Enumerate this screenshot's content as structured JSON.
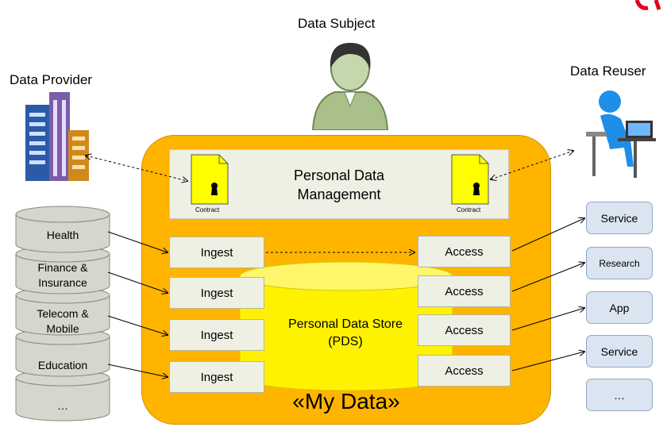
{
  "headings": {
    "data_subject": "Data Subject",
    "data_provider": "Data Provider",
    "data_reuser": "Data Reuser"
  },
  "management": {
    "title_line1": "Personal Data",
    "title_line2": "Management",
    "contract_left": "Contract",
    "contract_right": "Contract"
  },
  "providers": [
    {
      "line1": "Health",
      "line2": ""
    },
    {
      "line1": "Finance &",
      "line2": "Insurance"
    },
    {
      "line1": "Telecom &",
      "line2": "Mobile"
    },
    {
      "line1": "Education",
      "line2": ""
    },
    {
      "line1": "…",
      "line2": ""
    }
  ],
  "ingest": [
    "Ingest",
    "Ingest",
    "Ingest",
    "Ingest"
  ],
  "access": [
    "Access",
    "Access",
    "Access",
    "Access"
  ],
  "store": {
    "line1": "Personal Data Store",
    "line2": "(PDS)"
  },
  "my_data_label": "«My Data»",
  "reuser_services": [
    "Service",
    "Research",
    "App",
    "Service",
    "…"
  ],
  "colors": {
    "my_data_fill": "#ffb400",
    "store_fill": "#fff200",
    "box_fill": "#eef0e4",
    "service_fill": "#dbe5f1",
    "provider_fill": "#d6d6ce"
  }
}
